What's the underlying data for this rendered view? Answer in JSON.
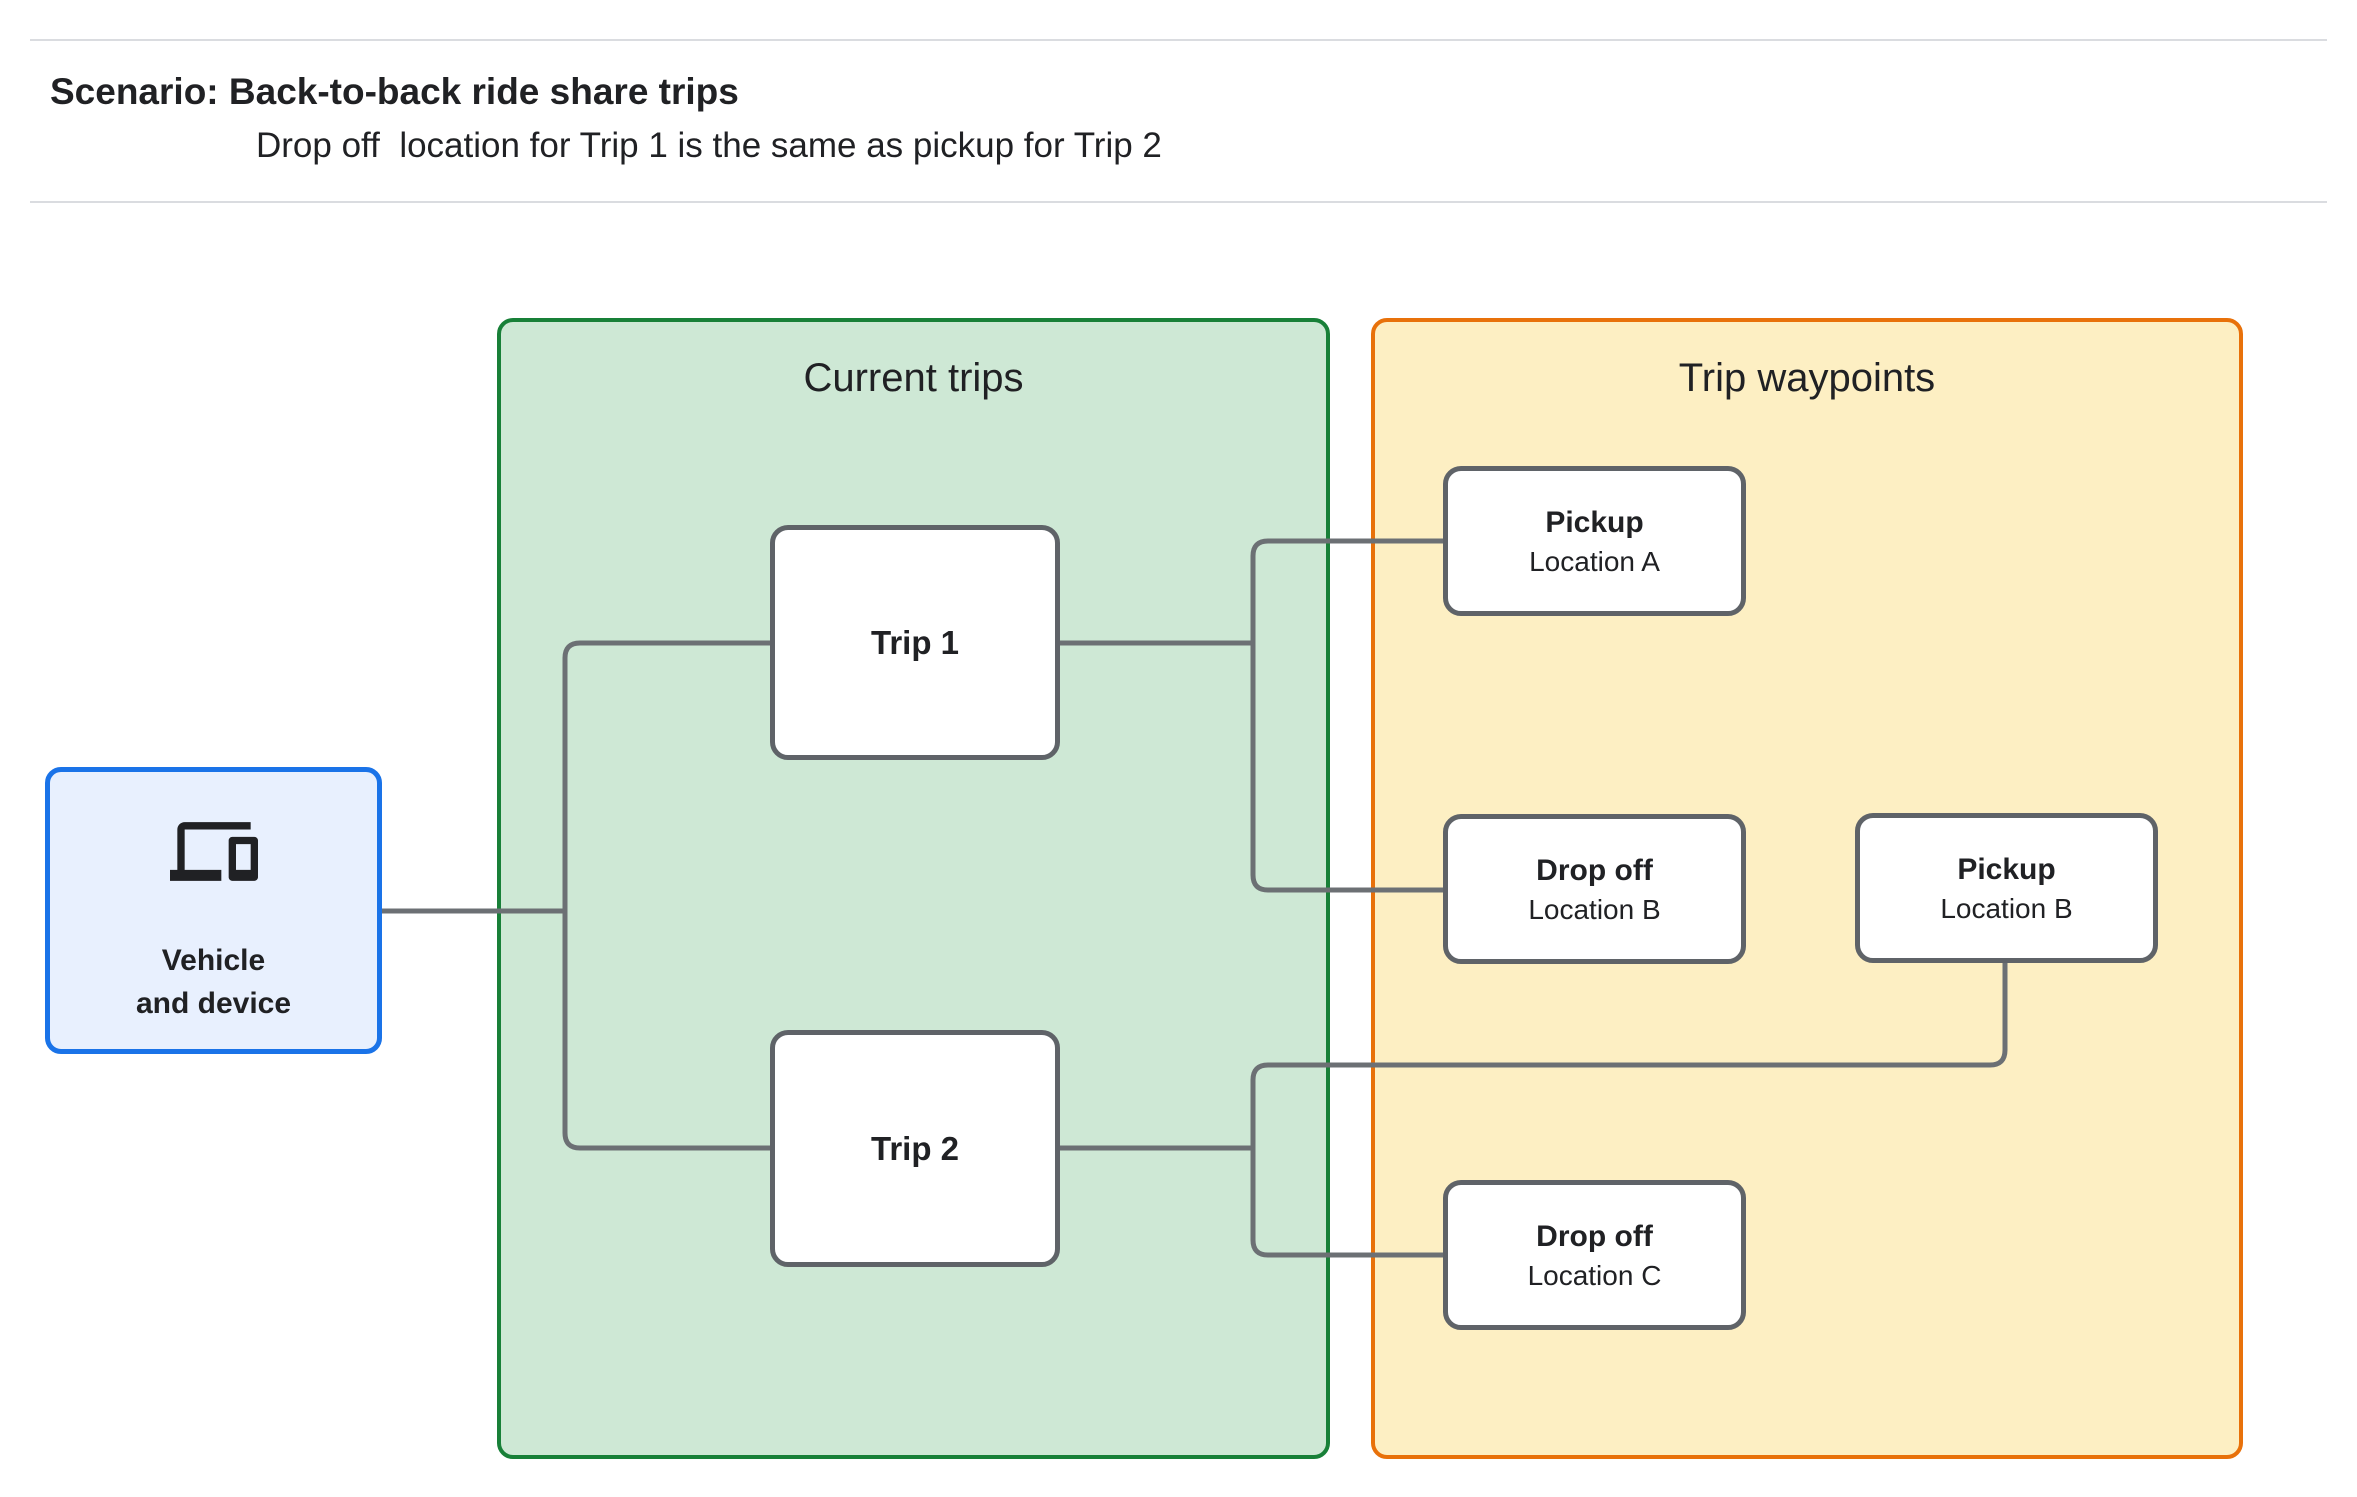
{
  "header": {
    "title": "Scenario: Back-to-back ride share trips",
    "subtitle": "Drop off  location for Trip 1 is the same as pickup for Trip 2"
  },
  "vehicle": {
    "icon": "devices-icon",
    "label_line1": "Vehicle",
    "label_line2": "and device"
  },
  "containers": {
    "current_trips": {
      "title": "Current trips"
    },
    "trip_waypoints": {
      "title": "Trip waypoints"
    }
  },
  "trips": [
    {
      "label": "Trip 1"
    },
    {
      "label": "Trip 2"
    }
  ],
  "waypoints": [
    {
      "type": "Pickup",
      "location": "Location A"
    },
    {
      "type": "Drop off",
      "location": "Location B"
    },
    {
      "type": "Pickup",
      "location": "Location B"
    },
    {
      "type": "Drop off",
      "location": "Location C"
    }
  ],
  "colors": {
    "text": "#202124",
    "rule": "#DADCE0",
    "blue_fill": "#E8F0FE",
    "blue_border": "#1A73E8",
    "green_fill": "#CEE8D5",
    "green_border": "#188038",
    "yellow_fill": "#FDEFC3",
    "yellow_border": "#E8710A",
    "box_border": "#5F6368",
    "connector": "#6C7074"
  }
}
